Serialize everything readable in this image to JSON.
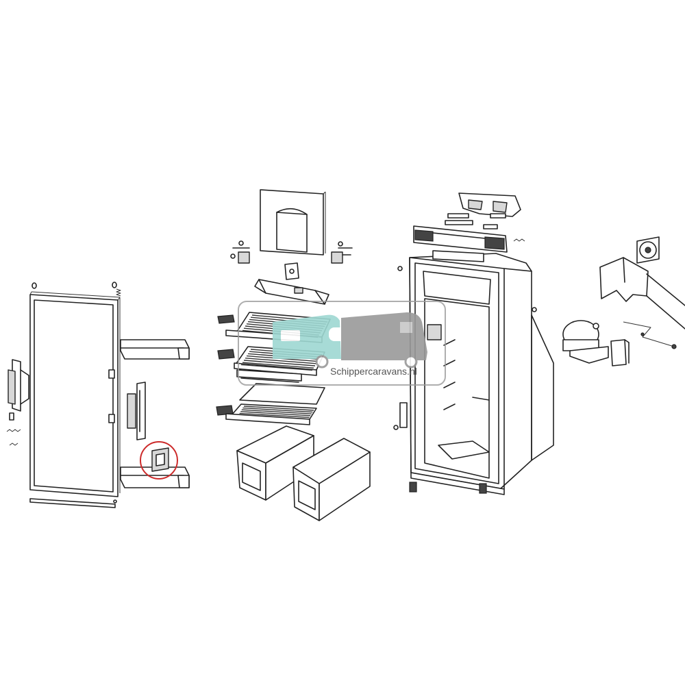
{
  "watermark": {
    "text": "Schippercaravans.nl",
    "teal": "#9ed8d2",
    "gray": "#9a9a9a"
  },
  "highlight_color": "#cc2a2a",
  "parts": [
    "door",
    "door-bottle-shelf-upper",
    "door-bottle-shelf-lower",
    "door-handle",
    "door-hinge",
    "door-latch",
    "door-strip",
    "highlighted-door-clip",
    "freezer-door",
    "freezer-hinge-left",
    "freezer-hinge-right",
    "drip-tray",
    "wire-shelf",
    "glass-shelf",
    "crisper-drawer",
    "fridge-cabinet",
    "control-panel",
    "cabinet-top-cover",
    "compressor",
    "cooling-fan",
    "electronics-cover",
    "relay-box",
    "cable-harness"
  ]
}
